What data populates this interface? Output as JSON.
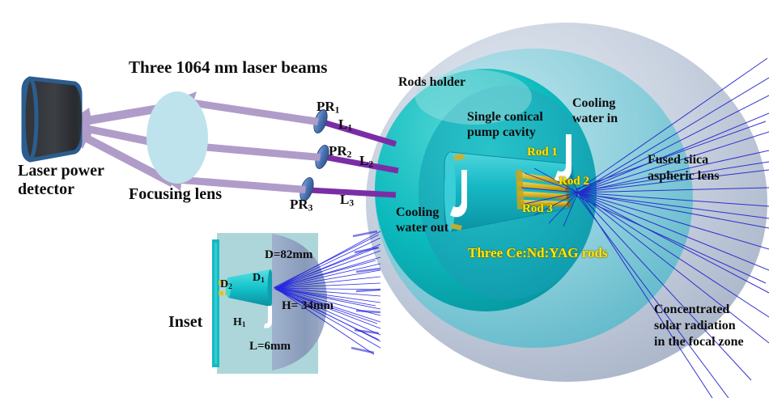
{
  "figure": {
    "title": "Three 1064 nm laser beams solar-pumped Ce:Nd:YAG laser schematic",
    "domain": "scientific-diagram"
  },
  "labels": {
    "beams_title": "Three 1064 nm laser beams",
    "laser_power_detector_1": "Laser power",
    "laser_power_detector_2": "detector",
    "focusing_lens": "Focusing lens",
    "pr1": "PR",
    "pr1_sub": "1",
    "pr2": "PR",
    "pr2_sub": "2",
    "pr3": "PR",
    "pr3_sub": "3",
    "l1": "L",
    "l1_sub": "1",
    "l2": "L",
    "l2_sub": "2",
    "l3": "L",
    "l3_sub": "3",
    "rods_holder": "Rods holder",
    "pump_cavity_1": "Single conical",
    "pump_cavity_2": "pump cavity",
    "cooling_water_in_1": "Cooling",
    "cooling_water_in_2": "water in",
    "cooling_water_out_1": "Cooling",
    "cooling_water_out_2": "water out",
    "rod1": "Rod 1",
    "rod2": "Rod 2",
    "rod3": "Rod 3",
    "three_rods": "Three Ce:Nd:YAG rods",
    "fused_lens_1": "Fused siica",
    "fused_lens_2": "aspheric lens",
    "concentrated_1": "Concentrated",
    "concentrated_2": "solar radiation",
    "concentrated_3": "in the focal zone",
    "inset": "Inset",
    "inset_D": "D=82mm",
    "inset_H": "H= 34mm",
    "inset_L": "L=6mm",
    "inset_D1": "D",
    "inset_D1_sub": "1",
    "inset_D2": "D",
    "inset_D2_sub": "2",
    "inset_H1": "H",
    "inset_H1_sub": "1"
  },
  "colors": {
    "detector_body": "#36383c",
    "detector_rim": "#2c5d8f",
    "beam_arrow": "#b09cc8",
    "focusing_lens": "#bfe3ec",
    "laser_beam": "#7b2da6",
    "mirror": "#4f78b8",
    "sphere_outer": "#b9c3d4",
    "sphere_mid": "#7ec7d4",
    "sphere_inner": "#00b2b8",
    "cavity": "#17b6c4",
    "rod": "#d8b020",
    "ray": "#2323cc",
    "yellow_text": "#ffe800",
    "black_text": "#0d0d0d",
    "inset_panel": "#a9d4d8",
    "inset_lens": "#8f9fbe"
  },
  "inset_dimensions": {
    "lens_diameter_mm": 82,
    "lens_height_mm": 34,
    "lens_thickness_mm": 6
  },
  "optics": {
    "wavelength_nm": 1064,
    "beam_count": 3,
    "rod_count": 3,
    "rod_material": "Ce:Nd:YAG"
  }
}
